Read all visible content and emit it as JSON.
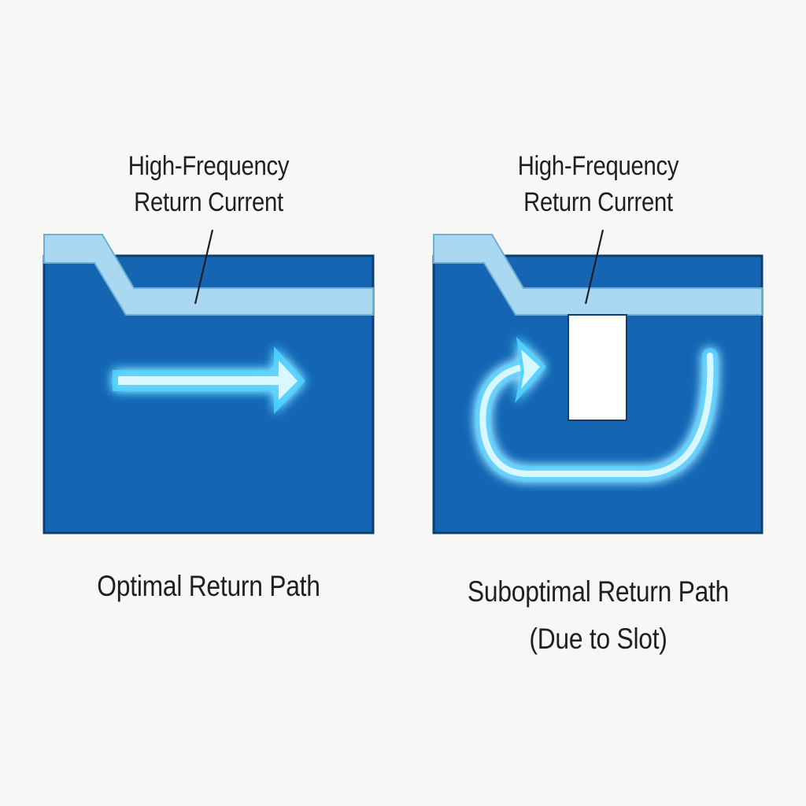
{
  "panels": [
    {
      "id": "optimal",
      "callout_lines": [
        "High-Frequency",
        "Return Current"
      ],
      "caption_lines": [
        "Optimal Return Path"
      ],
      "has_slot": false,
      "arrow_path": "straight"
    },
    {
      "id": "suboptimal",
      "callout_lines": [
        "High-Frequency",
        "Return Current"
      ],
      "caption_lines": [
        "Suboptimal Return Path",
        "(Due to Slot)"
      ],
      "has_slot": true,
      "arrow_path": "detour-around-slot"
    }
  ],
  "colors": {
    "plane": "#1565b3",
    "plane_edge": "#0c3f70",
    "trace": "#a9d8f0",
    "trace_edge": "#6eaed3",
    "current_glow": "#4fd2ff",
    "current_core": "#d8f7ff",
    "slot": "#ffffff"
  }
}
